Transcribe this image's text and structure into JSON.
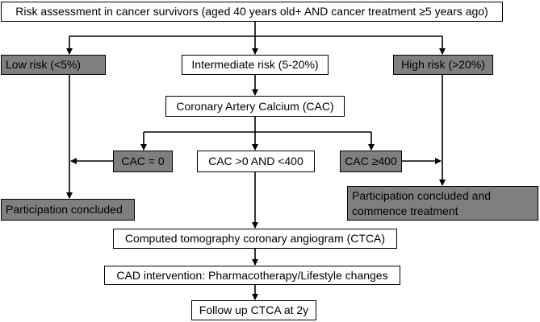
{
  "diagram": {
    "title": "Risk assessment in cancer survivors (aged 40 years old+ AND cancer treatment ≥5 years ago)",
    "low_risk": "Low risk (<5%)",
    "intermediate_risk": "Intermediate risk (5-20%)",
    "high_risk": "High risk (>20%)",
    "cac": "Coronary Artery Calcium (CAC)",
    "cac_zero": "CAC = 0",
    "cac_mid": "CAC >0 AND <400",
    "cac_high": "CAC ≥400",
    "participation_concluded": "Participation concluded",
    "participation_treatment": "Participation concluded and commence treatment",
    "ctca": "Computed tomography coronary angiogram (CTCA)",
    "cad_intervention": "CAD intervention: Pharmacotherapy/Lifestyle changes",
    "follow_up": "Follow up CTCA at 2y"
  },
  "colors": {
    "dark_box": "#7f7f7f",
    "line": "#000000"
  }
}
